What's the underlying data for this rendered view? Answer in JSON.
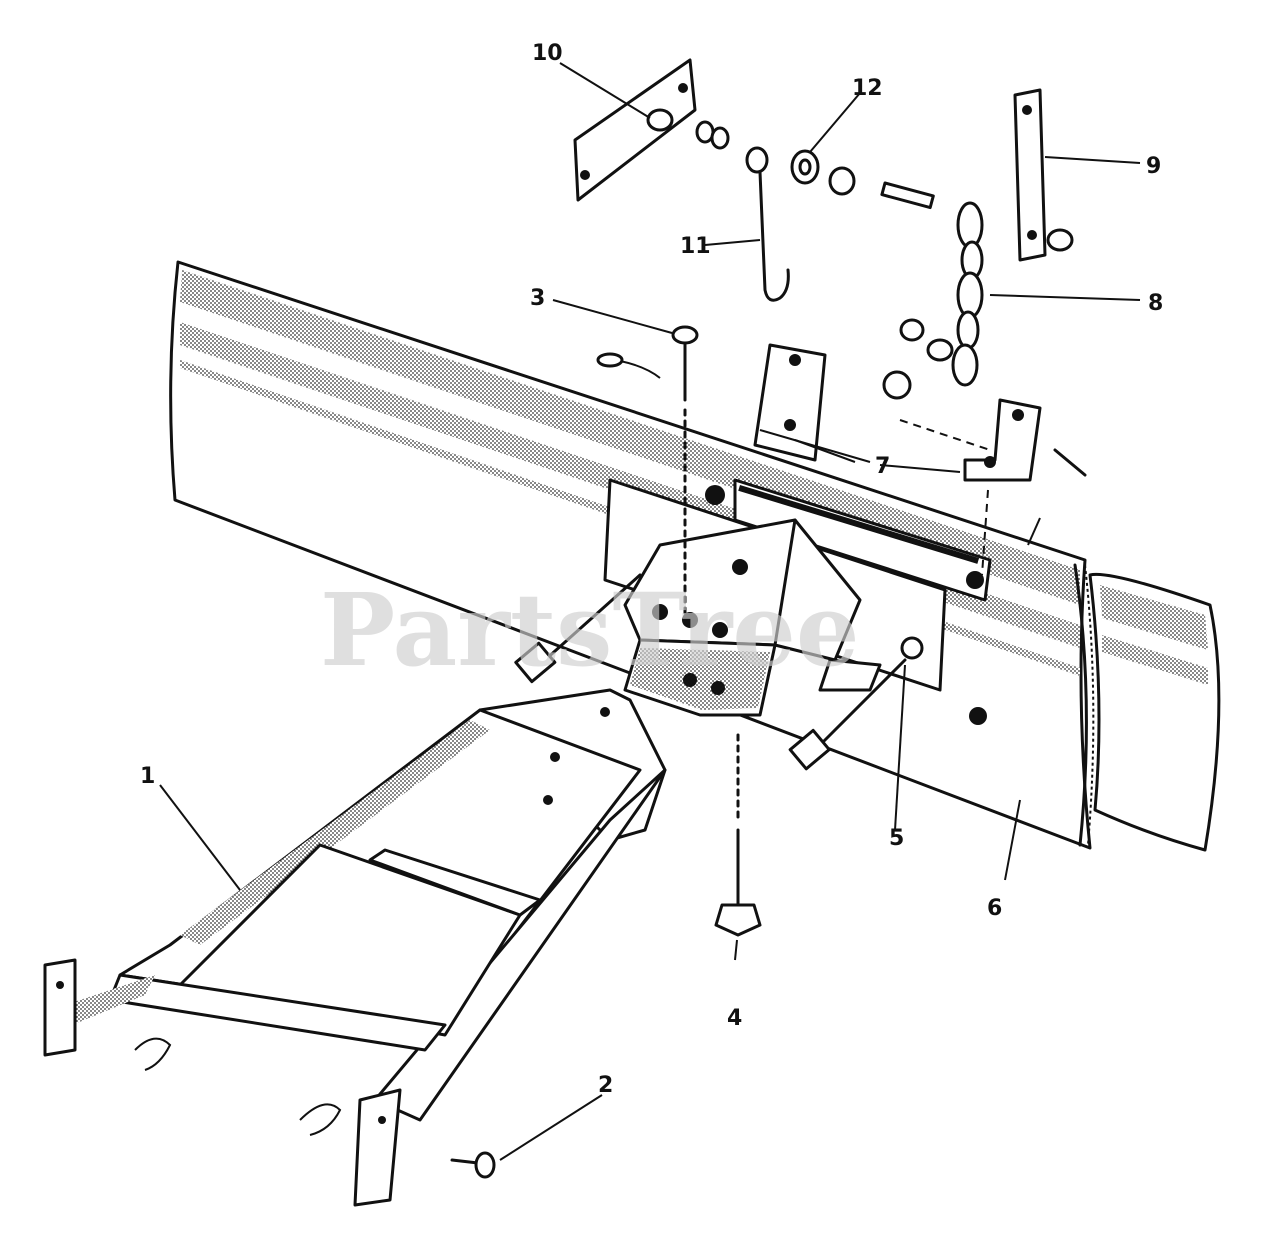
{
  "watermark": "PartsTree",
  "callouts": [
    {
      "id": "1",
      "label": "1"
    },
    {
      "id": "2",
      "label": "2"
    },
    {
      "id": "3",
      "label": "3"
    },
    {
      "id": "4",
      "label": "4"
    },
    {
      "id": "5",
      "label": "5"
    },
    {
      "id": "6",
      "label": "6"
    },
    {
      "id": "7",
      "label": "7"
    },
    {
      "id": "8",
      "label": "8"
    },
    {
      "id": "9",
      "label": "9"
    },
    {
      "id": "10",
      "label": "10"
    },
    {
      "id": "11",
      "label": "11"
    },
    {
      "id": "12",
      "label": "12"
    }
  ]
}
